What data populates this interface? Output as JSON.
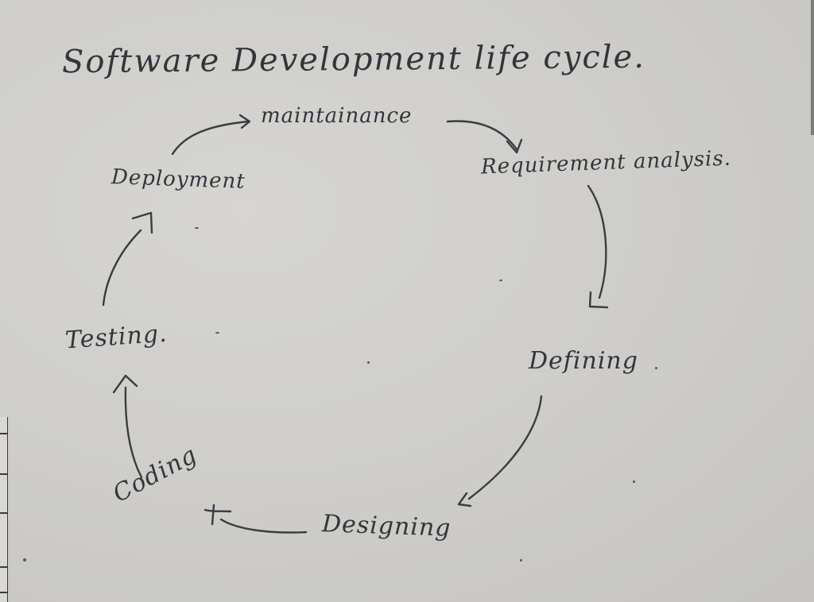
{
  "diagram": {
    "title": "Software Development life cycle.",
    "type": "cycle",
    "medium": "handwritten-on-paper",
    "ink_color": "#34343c",
    "paper_color": "#cfceca",
    "stages": [
      {
        "id": "maintenance",
        "label": "maintainance"
      },
      {
        "id": "requirement",
        "label": "Requirement analysis."
      },
      {
        "id": "defining",
        "label": "Defining"
      },
      {
        "id": "designing",
        "label": "Designing"
      },
      {
        "id": "coding",
        "label": "Coding"
      },
      {
        "id": "testing",
        "label": "Testing."
      },
      {
        "id": "deployment",
        "label": "Deployment"
      }
    ],
    "edges": [
      {
        "from": "deployment",
        "to": "maintenance"
      },
      {
        "from": "maintenance",
        "to": "requirement"
      },
      {
        "from": "requirement",
        "to": "defining"
      },
      {
        "from": "defining",
        "to": "designing"
      },
      {
        "from": "designing",
        "to": "coding"
      },
      {
        "from": "coding",
        "to": "testing"
      },
      {
        "from": "testing",
        "to": "deployment"
      }
    ]
  }
}
